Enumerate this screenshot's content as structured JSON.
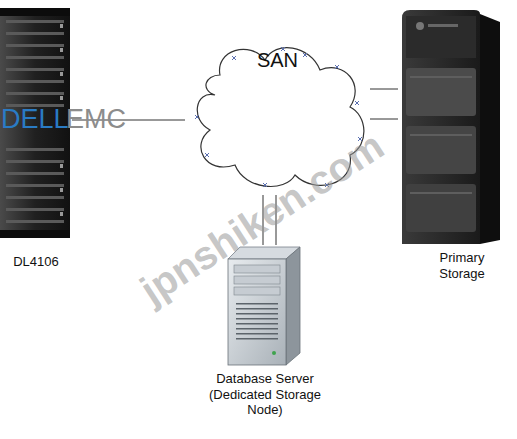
{
  "diagram": {
    "nodes": [
      {
        "text": [
          "DL4106"
        ]
      },
      {
        "text": [
          "SAN"
        ]
      },
      {
        "text": [
          "Primary Storage"
        ]
      },
      {
        "text": [
          "Database Server (Dedicated Storage Node)"
        ]
      }
    ],
    "edges": [
      {
        "from": 0,
        "to": 1,
        "arrow": "none"
      },
      {
        "from": 1,
        "to": 2,
        "arrow": "none"
      },
      {
        "from": 1,
        "to": 2,
        "arrow": "none"
      },
      {
        "from": 1,
        "to": 3,
        "arrow": "none"
      },
      {
        "from": 1,
        "to": 3,
        "arrow": "none"
      }
    ],
    "labels": [
      "DELL",
      "EMC",
      "jpnshiken.com"
    ]
  }
}
